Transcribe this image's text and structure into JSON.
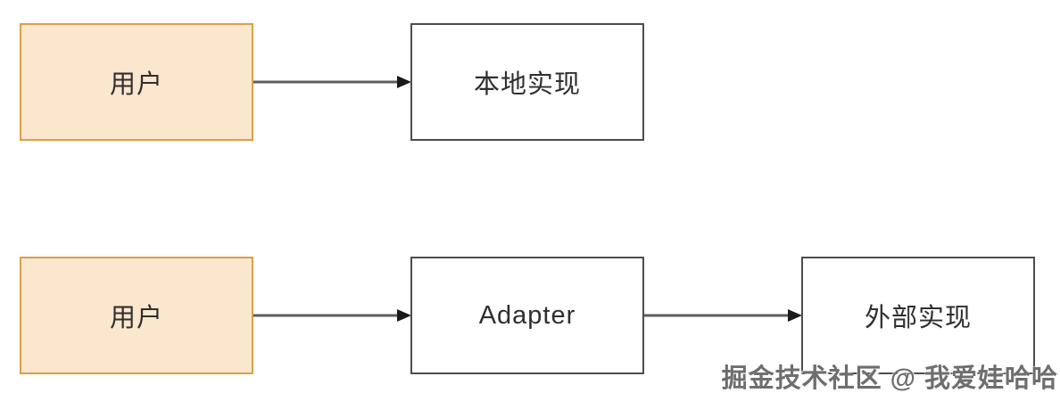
{
  "diagram_title": "Adapter pattern diagram",
  "nodes": {
    "user_top": {
      "label": "用户",
      "type": "actor"
    },
    "local_impl": {
      "label": "本地实现",
      "type": "component"
    },
    "user_bottom": {
      "label": "用户",
      "type": "actor"
    },
    "adapter": {
      "label": "Adapter",
      "type": "component"
    },
    "external_impl": {
      "label": "外部实现",
      "type": "component"
    }
  },
  "edges": [
    {
      "from": "user_top",
      "to": "local_impl"
    },
    {
      "from": "user_bottom",
      "to": "adapter"
    },
    {
      "from": "adapter",
      "to": "external_impl"
    }
  ],
  "watermark": {
    "text": "掘金技术社区 @ 我爱娃哈哈"
  },
  "colors": {
    "canvas_bg": "#ffffff",
    "actor_fill": "#fbe6ce",
    "actor_border": "#d9a049",
    "component_fill": "#ffffff",
    "component_border": "#4d4d4d",
    "arrow_color": "#5c5c5c",
    "label_text": "#2f2f2f",
    "watermark_text_color": "#6e6e6e"
  }
}
